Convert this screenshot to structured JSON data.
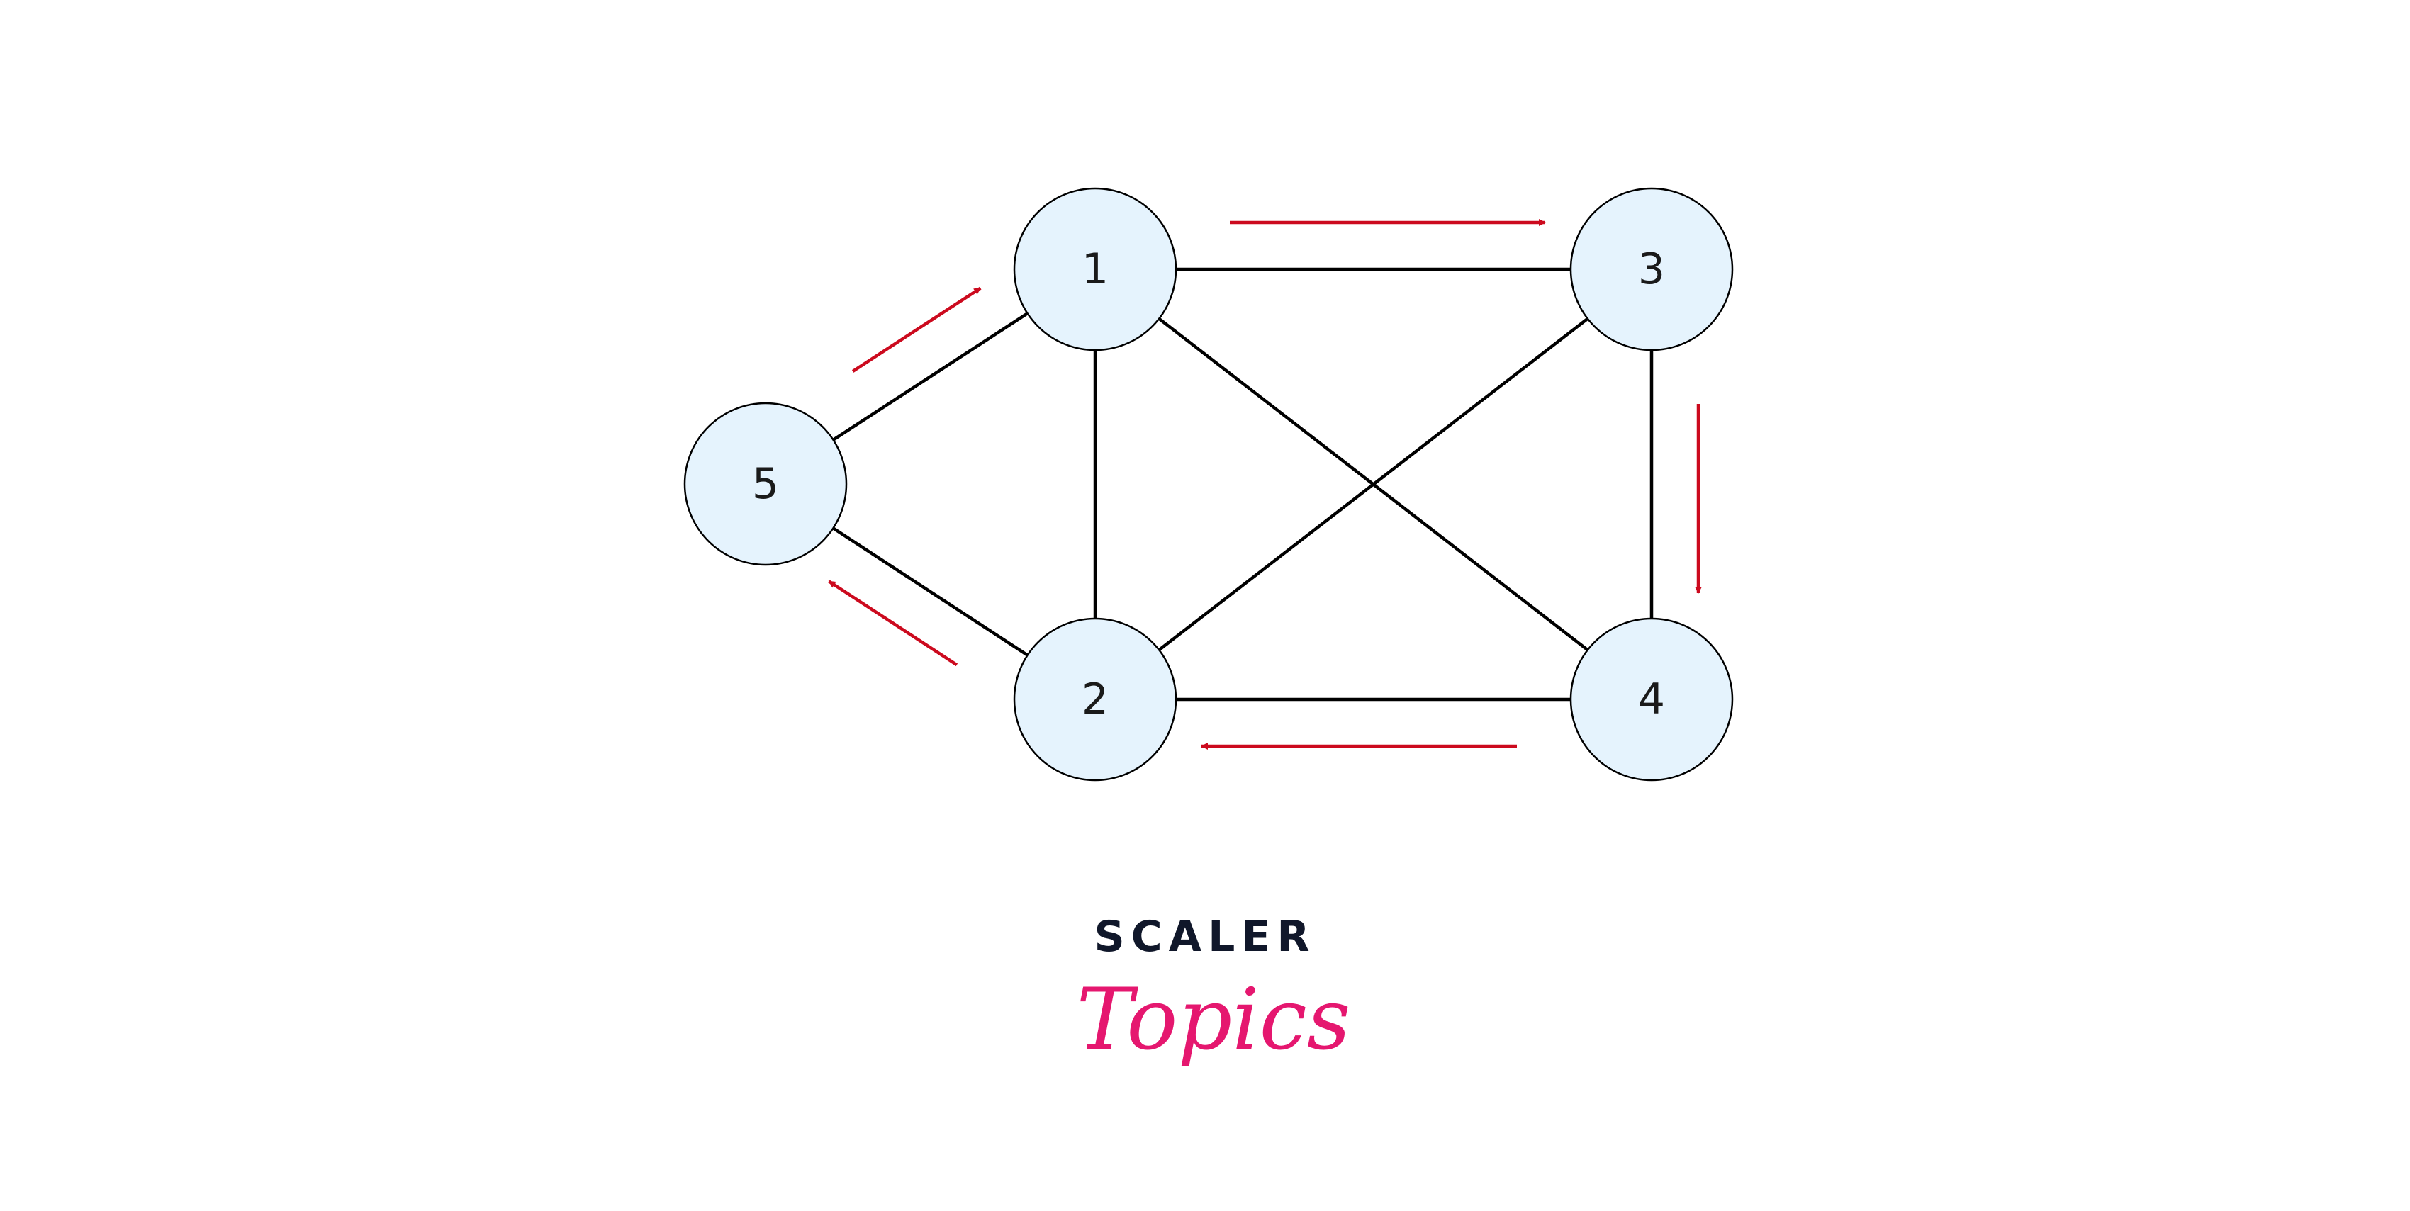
{
  "colors": {
    "node_fill": "#e5f3fd",
    "edge": "#000000",
    "path_arrow": "#cc0a1e",
    "logo_dark": "#10172a",
    "logo_pink": "#e5176f"
  },
  "nodes": [
    {
      "id": "1",
      "label": "1"
    },
    {
      "id": "2",
      "label": "2"
    },
    {
      "id": "3",
      "label": "3"
    },
    {
      "id": "4",
      "label": "4"
    },
    {
      "id": "5",
      "label": "5"
    }
  ],
  "edges": [
    {
      "from": "1",
      "to": "3"
    },
    {
      "from": "1",
      "to": "2"
    },
    {
      "from": "1",
      "to": "4"
    },
    {
      "from": "1",
      "to": "5"
    },
    {
      "from": "3",
      "to": "2"
    },
    {
      "from": "3",
      "to": "4"
    },
    {
      "from": "2",
      "to": "4"
    },
    {
      "from": "2",
      "to": "5"
    }
  ],
  "path": [
    {
      "from": "5",
      "to": "1"
    },
    {
      "from": "1",
      "to": "3"
    },
    {
      "from": "3",
      "to": "4"
    },
    {
      "from": "4",
      "to": "2"
    },
    {
      "from": "2",
      "to": "5"
    }
  ],
  "logo": {
    "top": "SCALER",
    "bottom": "Topics"
  }
}
